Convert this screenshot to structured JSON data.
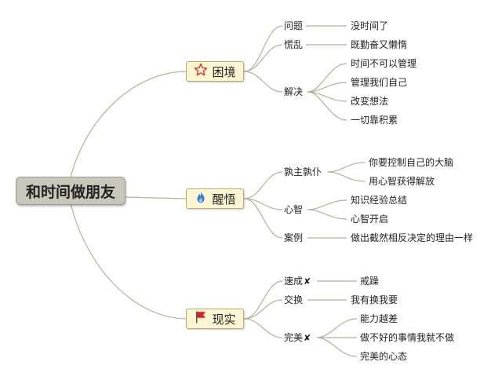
{
  "root": {
    "label": "和时间做朋友"
  },
  "branches": [
    {
      "label": "困境",
      "icon": "star-icon",
      "subs": [
        {
          "label": "问题",
          "leaves": [
            "没时间了"
          ]
        },
        {
          "label": "慌乱",
          "leaves": [
            "既勤奋又懒惰"
          ]
        },
        {
          "label": "解决",
          "leaves": [
            "时间不可以管理",
            "管理我们自己",
            "改变想法",
            "一切靠积累"
          ]
        }
      ]
    },
    {
      "label": "醒悟",
      "icon": "flame-icon",
      "subs": [
        {
          "label": "孰主孰仆",
          "leaves": [
            "你要控制自己的大脑",
            "用心智获得解放"
          ]
        },
        {
          "label": "心智",
          "leaves": [
            "知识经验总结",
            "心智开启"
          ]
        },
        {
          "label": "案例",
          "leaves": [
            "做出截然相反决定的理由一样"
          ]
        }
      ]
    },
    {
      "label": "现实",
      "icon": "flag-icon",
      "subs": [
        {
          "label": "速成",
          "mark": "✘",
          "leaves": [
            "戒躁"
          ]
        },
        {
          "label": "交换",
          "leaves": [
            "我有换我要"
          ]
        },
        {
          "label": "完美",
          "mark": "✘",
          "leaves": [
            "能力越差",
            "做不好的事情我就不做",
            "完美的心态"
          ]
        }
      ]
    }
  ],
  "colors": {
    "line": "#a8b89a",
    "star": "#d9342b",
    "flame": "#2f7fd6",
    "flag": "#e02020"
  }
}
